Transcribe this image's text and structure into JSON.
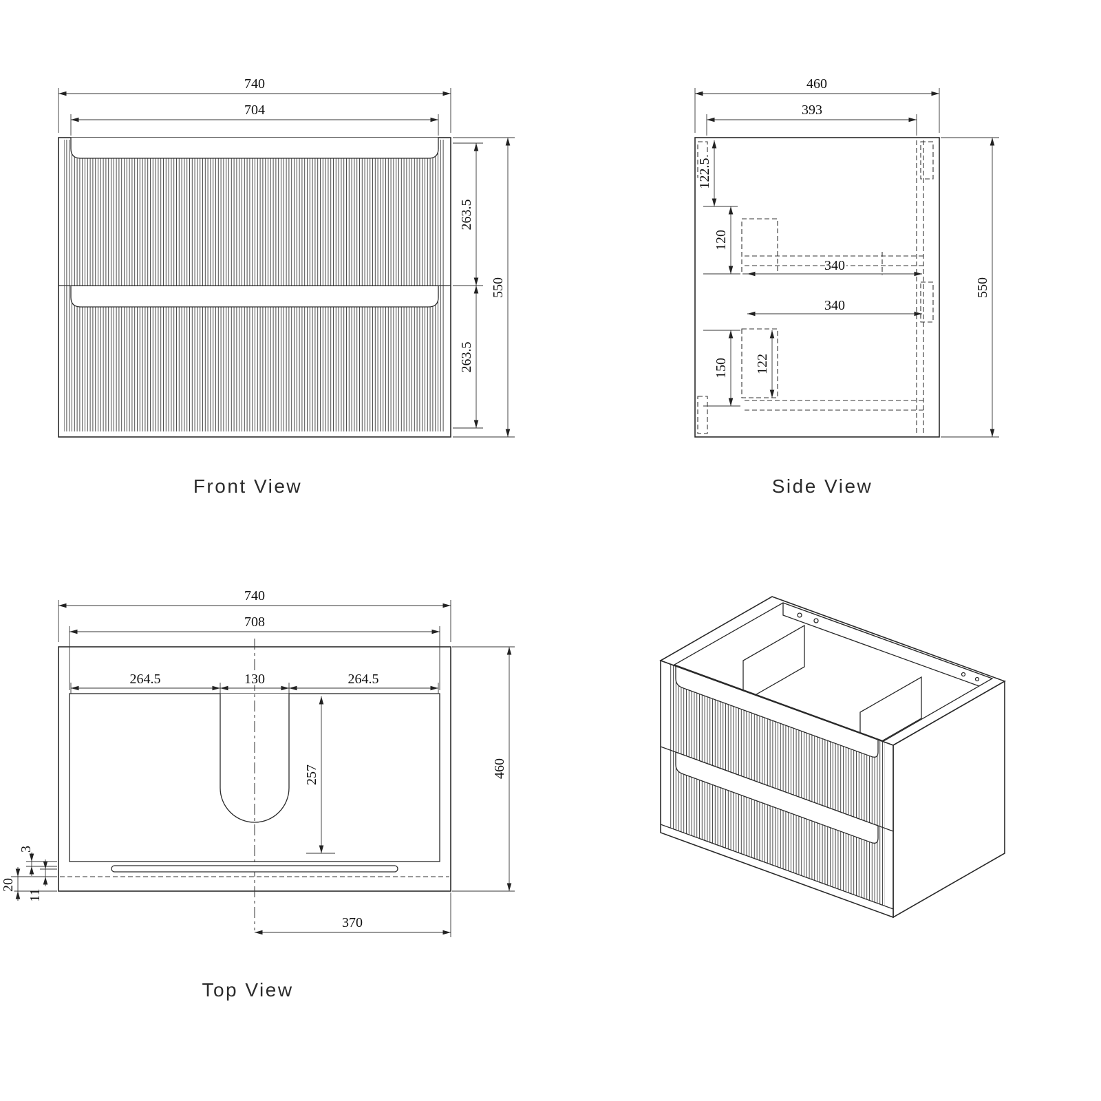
{
  "document": {
    "background": "#ffffff",
    "line_color": "#2a2a2a"
  },
  "front_view": {
    "label": "Front View",
    "width_outer": "740",
    "width_handle": "704",
    "drawer1_height": "263.5",
    "drawer2_height": "263.5",
    "height_total": "550"
  },
  "side_view": {
    "label": "Side View",
    "depth_outer": "460",
    "depth_inner": "393",
    "top_inset": "122.5",
    "drawer1_box_height": "120",
    "drawer_depth_1": "340",
    "drawer_depth_2": "340",
    "drawer2_box_height": "150",
    "runner_height": "122",
    "height_total": "550"
  },
  "top_view": {
    "label": "Top View",
    "width_outer": "740",
    "width_inner": "708",
    "offset_left": "264.5",
    "cutout_width": "130",
    "offset_right": "264.5",
    "cutout_depth": "257",
    "depth_outer": "460",
    "gap_3": "3",
    "gap_20": "20",
    "gap_11": "11",
    "drain_offset": "370"
  }
}
